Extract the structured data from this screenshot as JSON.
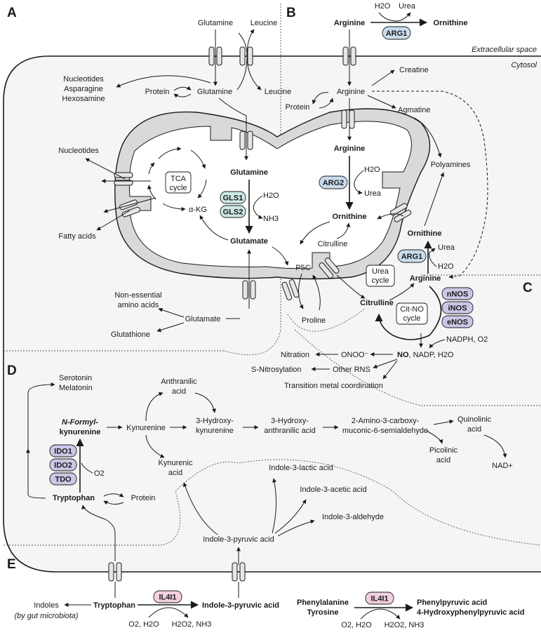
{
  "panels": {
    "a": "A",
    "b": "B",
    "c": "C",
    "d": "D",
    "e": "E"
  },
  "compartments": {
    "extracellular": "Extracellular space",
    "cytosol": "Cytosol"
  },
  "colors": {
    "blue_enzyme": "#c9dcee",
    "teal_enzyme": "#cce7e6",
    "purple_enzyme": "#cdc6e6",
    "pink_enzyme": "#f2cfe0",
    "cytosol": "#f5f5f5",
    "mitochondrion": "#d9d9d9",
    "matrix": "#ffffff",
    "transporter": "#e6e6e6"
  },
  "panel_a": {
    "glutamine_out": "Glutamine",
    "leucine_out": "Leucine",
    "nucleotides_asparagine": [
      "Nucleotides",
      "Asparagine",
      "Hexosamine"
    ],
    "protein": "Protein",
    "glutamine_cyt": "Glutamine",
    "leucine_cyt": "Leucine",
    "nucleotides_mito": "Nucleotides",
    "tca_cycle": [
      "TCA",
      "cycle"
    ],
    "fatty_acids": "Fatty acids",
    "alpha_kg": "α-KG",
    "glutamine_mito": "Glutamine",
    "gls1": "GLS1",
    "gls2": "GLS2",
    "h2o": "H2O",
    "nh3": "NH3",
    "glutamate_mito": "Glutamate",
    "non_essential": [
      "Non-essential",
      "amino acids"
    ],
    "glutamate_cyt": "Glutamate",
    "glutathione": "Glutathione"
  },
  "panel_b": {
    "h2o_top": "H2O",
    "urea_top": "Urea",
    "arginine_out": "Arginine",
    "ornithine_out": "Ornithine",
    "arg1_top": "ARG1",
    "creatine": "Creatine",
    "arginine_cyt": "Arginine",
    "protein": "Protein",
    "agmatine": "Agmatine",
    "arginine_mito": "Arginine",
    "polyamines": "Polyamines",
    "arg2": "ARG2",
    "h2o_arg2": "H2O",
    "urea_arg2": "Urea",
    "ornithine_mito": "Ornithine",
    "ornithine_cyt": "Ornithine",
    "citrulline_mito": "Citrulline",
    "p5c": "P5C",
    "arg1_cyt": "ARG1",
    "urea_cyt": "Urea",
    "h2o_cyt": "H2O",
    "urea_cycle": [
      "Urea",
      "cycle"
    ],
    "arginine_c": "Arginine",
    "proline": "Proline",
    "citrulline_c": "Citrulline"
  },
  "panel_c": {
    "nnos": "nNOS",
    "inos": "iNOS",
    "enos": "eNOS",
    "cit_no_cycle": [
      "Cit-NO",
      "cycle"
    ],
    "nadph_o2": "NADPH, O2",
    "nitration": "Nitration",
    "onoo": "ONOO⁻",
    "no": "NO",
    "nadp_h2o": ", NADP, H2O",
    "s_nitrosylation": "S-Nitrosylation",
    "other_rns": "Other RNS",
    "transition_metal": "Transition metal coordination"
  },
  "panel_d": {
    "serotonin": "Serotonin",
    "melatonin": "Melatonin",
    "anthranilic_acid": [
      "Anthranilic",
      "acid"
    ],
    "n_formyl": [
      "N-Formyl-",
      "kynurenine"
    ],
    "kynurenine": "Kynurenine",
    "hydroxykynurenine": [
      "3-Hydroxy-",
      "kynurenine"
    ],
    "hydroxyanthranilic": [
      "3-Hydroxy-",
      "anthranilic acid"
    ],
    "amino_carboxy": [
      "2-Amino-3-carboxy-",
      "muconic-6-semialdehyde"
    ],
    "quinolinic": [
      "Quinolinic",
      "acid"
    ],
    "picolinic": [
      "Picolinic",
      "acid"
    ],
    "nad": "NAD+",
    "ido1": "IDO1",
    "ido2": "IDO2",
    "tdo": "TDO",
    "o2": "O2",
    "kynurenic_acid": [
      "Kynurenic",
      "acid"
    ],
    "indole_lactic": "Indole-3-lactic acid",
    "indole_acetic": "Indole-3-acetic acid",
    "indole_aldehyde": "Indole-3-aldehyde",
    "tryptophan": "Tryptophan",
    "protein": "Protein",
    "indole_pyruvic": "Indole-3-pyruvic acid"
  },
  "panel_e": {
    "indoles": "Indoles",
    "by_gut": "(by gut microbiota)",
    "tryptophan": "Tryptophan",
    "il4i1_a": "IL4I1",
    "indole_pyruvic": "Indole-3-pyruvic acid",
    "o2_h2o_a": "O2, H2O",
    "h2o2_nh3_a": "H2O2, NH3",
    "phenylalanine": "Phenylalanine",
    "tyrosine": "Tyrosine",
    "il4i1_b": "IL4I1",
    "phenylpyruvic": "Phenylpyruvic acid",
    "hydroxyphenylpyruvic": "4-Hydroxyphenylpyruvic acid",
    "o2_h2o_b": "O2, H2O",
    "h2o2_nh3_b": "H2O2, NH3"
  }
}
